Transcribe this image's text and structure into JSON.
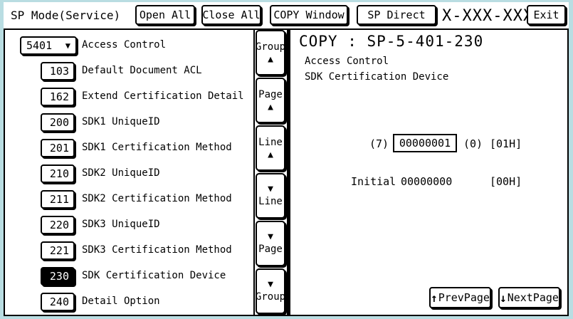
{
  "titlebar": {
    "app_label": "SP Mode(Service)",
    "open_all": "Open All",
    "close_all": "Close All",
    "copy_window": "COPY Window",
    "sp_direct": "SP Direct",
    "model_code": "X-XXX-XXX",
    "exit": "Exit"
  },
  "icons": {
    "dropdown_arrow": "▼",
    "up_triangle": "▲",
    "down_triangle": "▼",
    "prev_arrow": "↑",
    "next_arrow": "↓"
  },
  "sidebar": {
    "items": [
      {
        "code": "5401",
        "label": "Access Control"
      },
      {
        "code": "103",
        "label": "Default Document ACL"
      },
      {
        "code": "162",
        "label": "Extend Certification Detail"
      },
      {
        "code": "200",
        "label": "SDK1 UniqueID"
      },
      {
        "code": "201",
        "label": "SDK1 Certification Method"
      },
      {
        "code": "210",
        "label": "SDK2 UniqueID"
      },
      {
        "code": "211",
        "label": "SDK2 Certification Method"
      },
      {
        "code": "220",
        "label": "SDK3 UniqueID"
      },
      {
        "code": "221",
        "label": "SDK3 Certification Method"
      },
      {
        "code": "230",
        "label": "SDK Certification Device",
        "selected": true
      },
      {
        "code": "240",
        "label": "Detail Option"
      }
    ]
  },
  "nav": {
    "group_up": "Group",
    "page_up": "Page",
    "line_up": "Line",
    "line_down": "Line",
    "page_down": "Page",
    "group_down": "Group"
  },
  "detail": {
    "title": "COPY : SP-5-401-230",
    "group_name": "Access Control",
    "item_name": "SDK Certification Device",
    "value_row": {
      "max": "(7)",
      "value": "00000001",
      "min": "(0)",
      "hex": "[01H]"
    },
    "initial_row": {
      "label": "Initial",
      "value": "00000000",
      "hex": "[00H]"
    },
    "prev_page": "PrevPage",
    "next_page": "NextPage"
  },
  "colors": {
    "frame": "#b9dde2",
    "selected_bg": "#000000",
    "panel_bg": "#ffffff"
  }
}
